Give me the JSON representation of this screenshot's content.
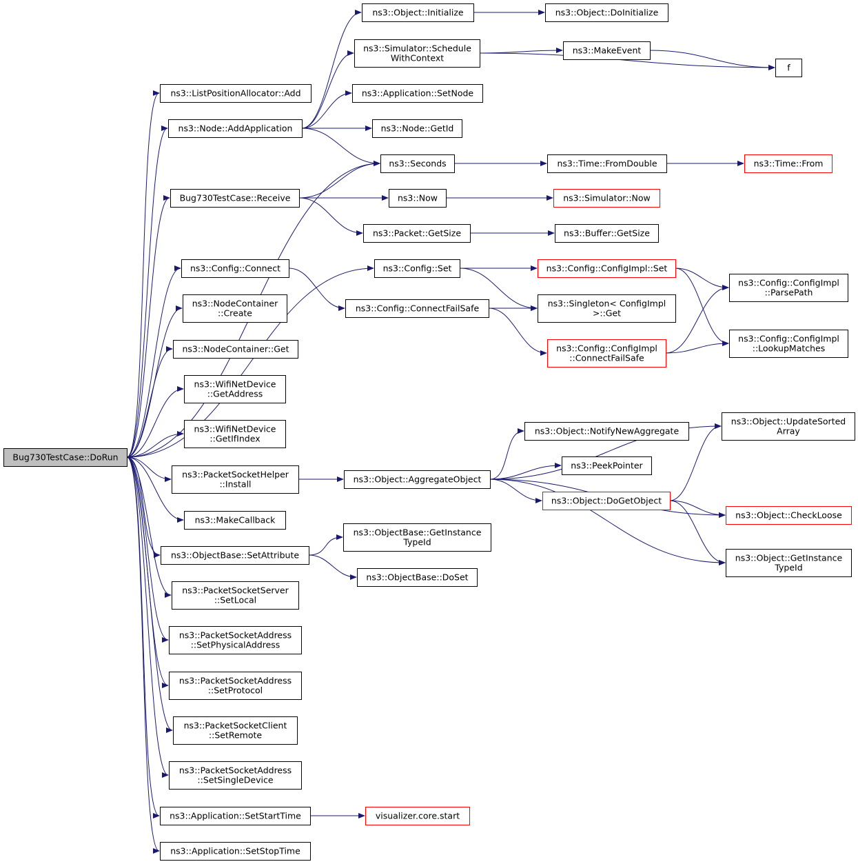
{
  "colors": {
    "edge": "#191970",
    "box_border": "#000000",
    "box_border_incomplete": "#ff0000",
    "root_fill": "#bfbfbf",
    "box_fill": "#ffffff"
  },
  "nodes": [
    {
      "id": "n_root",
      "lines": [
        "Bug730TestCase::DoRun"
      ],
      "style": "root"
    },
    {
      "id": "n_list_add",
      "lines": [
        "ns3::ListPositionAllocator::Add"
      ],
      "style": "normal"
    },
    {
      "id": "n_node_addapp",
      "lines": [
        "ns3::Node::AddApplication"
      ],
      "style": "normal"
    },
    {
      "id": "n_receive",
      "lines": [
        "Bug730TestCase::Receive"
      ],
      "style": "normal"
    },
    {
      "id": "n_cfg_connect",
      "lines": [
        "ns3::Config::Connect"
      ],
      "style": "normal"
    },
    {
      "id": "n_nc_create",
      "lines": [
        "ns3::NodeContainer",
        "::Create"
      ],
      "style": "normal"
    },
    {
      "id": "n_nc_get",
      "lines": [
        "ns3::NodeContainer::Get"
      ],
      "style": "normal"
    },
    {
      "id": "n_wifi_getaddr",
      "lines": [
        "ns3::WifiNetDevice",
        "::GetAddress"
      ],
      "style": "normal"
    },
    {
      "id": "n_wifi_getifindex",
      "lines": [
        "ns3::WifiNetDevice",
        "::GetIfIndex"
      ],
      "style": "normal"
    },
    {
      "id": "n_psh_install",
      "lines": [
        "ns3::PacketSocketHelper",
        "::Install"
      ],
      "style": "normal"
    },
    {
      "id": "n_makecallback",
      "lines": [
        "ns3::MakeCallback"
      ],
      "style": "normal"
    },
    {
      "id": "n_ob_setattr",
      "lines": [
        "ns3::ObjectBase::SetAttribute"
      ],
      "style": "normal"
    },
    {
      "id": "n_pss_setlocal",
      "lines": [
        "ns3::PacketSocketServer",
        "::SetLocal"
      ],
      "style": "normal"
    },
    {
      "id": "n_psa_setphys",
      "lines": [
        "ns3::PacketSocketAddress",
        "::SetPhysicalAddress"
      ],
      "style": "normal"
    },
    {
      "id": "n_psa_setproto",
      "lines": [
        "ns3::PacketSocketAddress",
        "::SetProtocol"
      ],
      "style": "normal"
    },
    {
      "id": "n_psc_setremote",
      "lines": [
        "ns3::PacketSocketClient",
        "::SetRemote"
      ],
      "style": "normal"
    },
    {
      "id": "n_psa_setsingle",
      "lines": [
        "ns3::PacketSocketAddress",
        "::SetSingleDevice"
      ],
      "style": "normal"
    },
    {
      "id": "n_app_setstart",
      "lines": [
        "ns3::Application::SetStartTime"
      ],
      "style": "normal"
    },
    {
      "id": "n_app_setstop",
      "lines": [
        "ns3::Application::SetStopTime"
      ],
      "style": "normal"
    },
    {
      "id": "n_obj_initialize",
      "lines": [
        "ns3::Object::Initialize"
      ],
      "style": "normal"
    },
    {
      "id": "n_sim_schedule",
      "lines": [
        "ns3::Simulator::Schedule",
        "WithContext"
      ],
      "style": "normal"
    },
    {
      "id": "n_app_setnode",
      "lines": [
        "ns3::Application::SetNode"
      ],
      "style": "normal"
    },
    {
      "id": "n_node_getid",
      "lines": [
        "ns3::Node::GetId"
      ],
      "style": "normal"
    },
    {
      "id": "n_seconds",
      "lines": [
        "ns3::Seconds"
      ],
      "style": "normal"
    },
    {
      "id": "n_now",
      "lines": [
        "ns3::Now"
      ],
      "style": "normal"
    },
    {
      "id": "n_packet_getsize",
      "lines": [
        "ns3::Packet::GetSize"
      ],
      "style": "normal"
    },
    {
      "id": "n_cfg_set",
      "lines": [
        "ns3::Config::Set"
      ],
      "style": "normal"
    },
    {
      "id": "n_cfg_connectfs",
      "lines": [
        "ns3::Config::ConnectFailSafe"
      ],
      "style": "normal"
    },
    {
      "id": "n_obj_aggregate",
      "lines": [
        "ns3::Object::AggregateObject"
      ],
      "style": "normal"
    },
    {
      "id": "n_ob_getinstance",
      "lines": [
        "ns3::ObjectBase::GetInstance",
        "TypeId"
      ],
      "style": "normal"
    },
    {
      "id": "n_ob_doset",
      "lines": [
        "ns3::ObjectBase::DoSet"
      ],
      "style": "normal"
    },
    {
      "id": "n_viz_start",
      "lines": [
        "visualizer.core.start"
      ],
      "style": "incomplete"
    },
    {
      "id": "n_obj_doinit",
      "lines": [
        "ns3::Object::DoInitialize"
      ],
      "style": "normal"
    },
    {
      "id": "n_makeevent",
      "lines": [
        "ns3::MakeEvent"
      ],
      "style": "normal"
    },
    {
      "id": "n_time_fromdouble",
      "lines": [
        "ns3::Time::FromDouble"
      ],
      "style": "normal"
    },
    {
      "id": "n_sim_now",
      "lines": [
        "ns3::Simulator::Now"
      ],
      "style": "incomplete"
    },
    {
      "id": "n_buffer_getsize",
      "lines": [
        "ns3::Buffer::GetSize"
      ],
      "style": "normal"
    },
    {
      "id": "n_cfgimpl_set",
      "lines": [
        "ns3::Config::ConfigImpl::Set"
      ],
      "style": "incomplete"
    },
    {
      "id": "n_singleton_get",
      "lines": [
        "ns3::Singleton< ConfigImpl",
        " >::Get"
      ],
      "style": "normal"
    },
    {
      "id": "n_cfgimpl_connectfs",
      "lines": [
        "ns3::Config::ConfigImpl",
        "::ConnectFailSafe"
      ],
      "style": "incomplete"
    },
    {
      "id": "n_obj_notify",
      "lines": [
        "ns3::Object::NotifyNewAggregate"
      ],
      "style": "normal"
    },
    {
      "id": "n_peekpointer",
      "lines": [
        "ns3::PeekPointer"
      ],
      "style": "normal"
    },
    {
      "id": "n_obj_dogetobject",
      "lines": [
        "ns3::Object::DoGetObject"
      ],
      "style": "incomplete"
    },
    {
      "id": "n_f",
      "lines": [
        "f"
      ],
      "style": "normal"
    },
    {
      "id": "n_time_from",
      "lines": [
        "ns3::Time::From"
      ],
      "style": "incomplete"
    },
    {
      "id": "n_cfgimpl_parsepath",
      "lines": [
        "ns3::Config::ConfigImpl",
        "::ParsePath"
      ],
      "style": "normal"
    },
    {
      "id": "n_cfgimpl_lookup",
      "lines": [
        "ns3::Config::ConfigImpl",
        "::LookupMatches"
      ],
      "style": "normal"
    },
    {
      "id": "n_obj_updatesorted",
      "lines": [
        "ns3::Object::UpdateSorted",
        "Array"
      ],
      "style": "normal"
    },
    {
      "id": "n_obj_checkloose",
      "lines": [
        "ns3::Object::CheckLoose"
      ],
      "style": "incomplete"
    },
    {
      "id": "n_obj_getinstance",
      "lines": [
        "ns3::Object::GetInstance",
        "TypeId"
      ],
      "style": "normal"
    }
  ],
  "edges": [
    [
      "n_root",
      "n_list_add"
    ],
    [
      "n_root",
      "n_node_addapp"
    ],
    [
      "n_root",
      "n_seconds"
    ],
    [
      "n_root",
      "n_receive"
    ],
    [
      "n_root",
      "n_cfg_set"
    ],
    [
      "n_root",
      "n_cfg_connect"
    ],
    [
      "n_root",
      "n_nc_create"
    ],
    [
      "n_root",
      "n_nc_get"
    ],
    [
      "n_root",
      "n_wifi_getaddr"
    ],
    [
      "n_root",
      "n_wifi_getifindex"
    ],
    [
      "n_root",
      "n_psh_install"
    ],
    [
      "n_root",
      "n_makecallback"
    ],
    [
      "n_root",
      "n_ob_setattr"
    ],
    [
      "n_root",
      "n_pss_setlocal"
    ],
    [
      "n_root",
      "n_psa_setphys"
    ],
    [
      "n_root",
      "n_psa_setproto"
    ],
    [
      "n_root",
      "n_psc_setremote"
    ],
    [
      "n_root",
      "n_psa_setsingle"
    ],
    [
      "n_root",
      "n_app_setstart"
    ],
    [
      "n_root",
      "n_app_setstop"
    ],
    [
      "n_node_addapp",
      "n_obj_initialize"
    ],
    [
      "n_node_addapp",
      "n_sim_schedule"
    ],
    [
      "n_node_addapp",
      "n_app_setnode"
    ],
    [
      "n_node_addapp",
      "n_node_getid"
    ],
    [
      "n_node_addapp",
      "n_seconds"
    ],
    [
      "n_obj_initialize",
      "n_obj_doinit"
    ],
    [
      "n_sim_schedule",
      "n_makeevent"
    ],
    [
      "n_sim_schedule",
      "n_f"
    ],
    [
      "n_makeevent",
      "n_f"
    ],
    [
      "n_seconds",
      "n_time_fromdouble"
    ],
    [
      "n_time_fromdouble",
      "n_time_from"
    ],
    [
      "n_receive",
      "n_seconds"
    ],
    [
      "n_receive",
      "n_now"
    ],
    [
      "n_receive",
      "n_packet_getsize"
    ],
    [
      "n_now",
      "n_sim_now"
    ],
    [
      "n_packet_getsize",
      "n_buffer_getsize"
    ],
    [
      "n_cfg_connect",
      "n_cfg_connectfs"
    ],
    [
      "n_cfg_set",
      "n_cfgimpl_set"
    ],
    [
      "n_cfg_set",
      "n_singleton_get"
    ],
    [
      "n_cfgimpl_set",
      "n_cfgimpl_parsepath"
    ],
    [
      "n_cfgimpl_set",
      "n_cfgimpl_lookup"
    ],
    [
      "n_cfg_connectfs",
      "n_singleton_get"
    ],
    [
      "n_cfg_connectfs",
      "n_cfgimpl_connectfs"
    ],
    [
      "n_cfgimpl_connectfs",
      "n_cfgimpl_parsepath"
    ],
    [
      "n_cfgimpl_connectfs",
      "n_cfgimpl_lookup"
    ],
    [
      "n_psh_install",
      "n_obj_aggregate"
    ],
    [
      "n_obj_aggregate",
      "n_obj_updatesorted"
    ],
    [
      "n_obj_aggregate",
      "n_obj_notify"
    ],
    [
      "n_obj_aggregate",
      "n_peekpointer"
    ],
    [
      "n_obj_aggregate",
      "n_obj_dogetobject"
    ],
    [
      "n_obj_aggregate",
      "n_obj_checkloose"
    ],
    [
      "n_obj_aggregate",
      "n_obj_getinstance"
    ],
    [
      "n_obj_dogetobject",
      "n_obj_updatesorted"
    ],
    [
      "n_obj_dogetobject",
      "n_obj_checkloose"
    ],
    [
      "n_obj_dogetobject",
      "n_obj_getinstance"
    ],
    [
      "n_ob_setattr",
      "n_ob_getinstance"
    ],
    [
      "n_ob_setattr",
      "n_ob_doset"
    ],
    [
      "n_app_setstart",
      "n_viz_start"
    ]
  ]
}
